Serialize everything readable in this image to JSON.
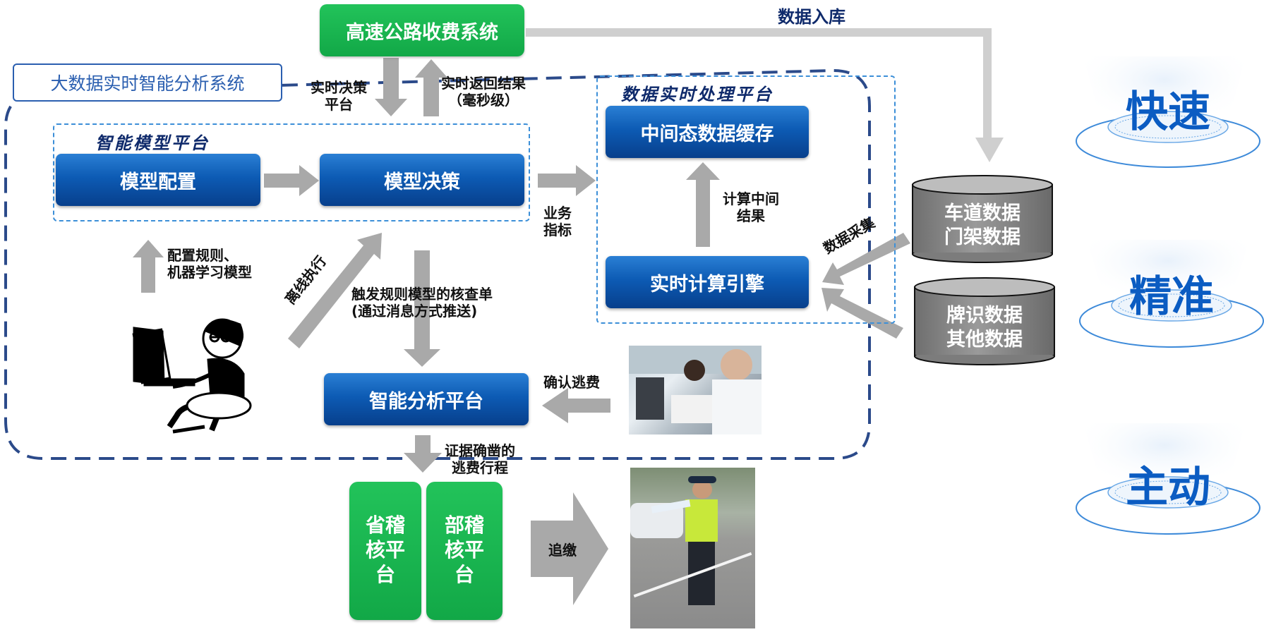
{
  "system_label": "大数据实时智能分析系统",
  "toll_system": "高速公路收费系统",
  "data_ingest": "数据入库",
  "model_platform": {
    "title": "智能模型平台",
    "config": "模型配置",
    "decision": "模型决策"
  },
  "realtime_platform": {
    "title": "数据实时处理平台",
    "cache": "中间态数据缓存",
    "engine": "实时计算引擎",
    "intermediate": [
      "计算中间",
      "结果"
    ]
  },
  "labels": {
    "rt_decision": [
      "实时决策",
      "平台"
    ],
    "rt_return": [
      "实时返回结果",
      "（毫秒级）"
    ],
    "business_metrics": [
      "业务",
      "指标"
    ],
    "config_rules": [
      "配置规则、",
      "机器学习模型"
    ],
    "offline_exec": "离线执行",
    "trigger": [
      "触发规则模型的核查单",
      "(通过消息方式推送)"
    ],
    "confirm": "确认逃费",
    "evidence": [
      "证据确凿的",
      "逃费行程"
    ],
    "data_collect": "数据采集",
    "pursue": "追缴"
  },
  "analysis_platform": "智能分析平台",
  "databases": [
    [
      "车道数据",
      "门架数据"
    ],
    [
      "牌识数据",
      "其他数据"
    ]
  ],
  "audit": {
    "provincial": [
      "省稽",
      "核平",
      "台"
    ],
    "ministry": [
      "部稽",
      "核平",
      "台"
    ]
  },
  "features": [
    "快速",
    "精准",
    "主动"
  ],
  "colors": {
    "green": "#1fb553",
    "blue_dark": "#073f8c",
    "frame_dash": "#2b4a8a",
    "arrow_gray": "#a9a9a9",
    "feature_blue": "#0b5cc2"
  }
}
